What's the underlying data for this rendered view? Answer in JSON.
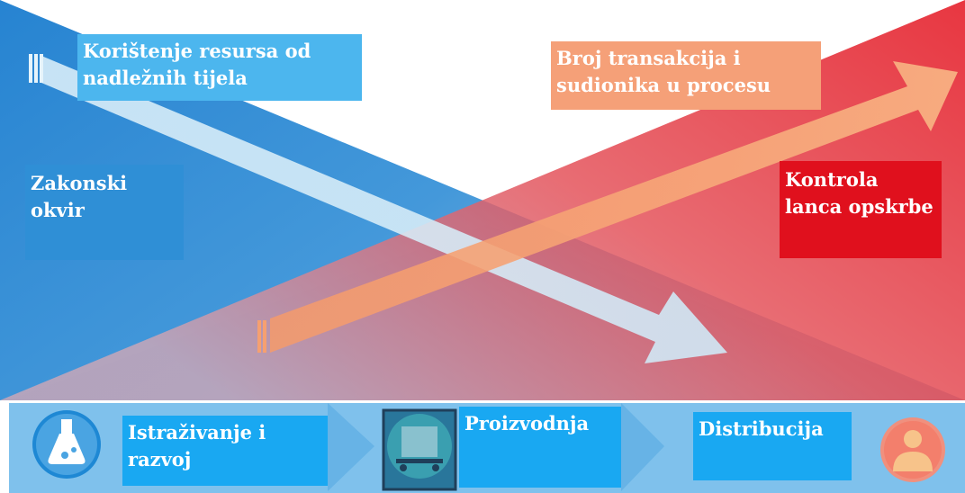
{
  "labels": {
    "resources": "Korištenje resursa od nadležnih tijela",
    "transactions": "Broj transakcija i sudionika u procesu",
    "legal": "Zakonski okvir",
    "control": "Kontrola lanca opskrbe"
  },
  "stages": [
    {
      "label": "Istraživanje i razvoj",
      "icon": "flask-icon"
    },
    {
      "label": "Proizvodnja",
      "icon": "cart-icon"
    },
    {
      "label": "Distribucija",
      "icon": "person-icon"
    }
  ],
  "colors": {
    "blue": "#1c7fd0",
    "red": "#e41e2a",
    "light_blue_arrow": "#c9e6f6",
    "orange_arrow": "#f7a676",
    "stage_bar": "#7ec0ec",
    "stage_box": "#19a8f2"
  }
}
